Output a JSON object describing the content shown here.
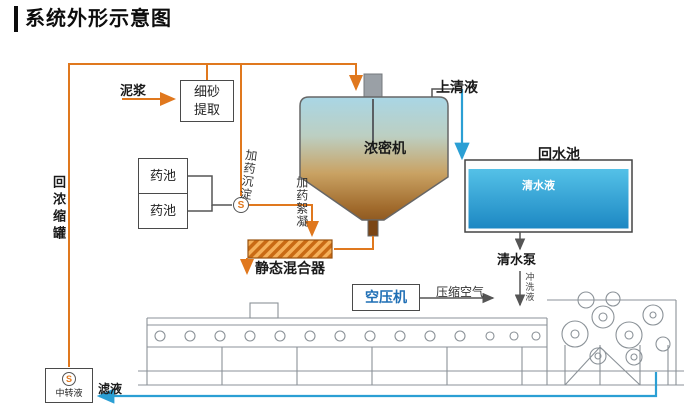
{
  "title": "系统外形示意图",
  "colors": {
    "slurry_line": "#e0781e",
    "water_line": "#2b9fd4",
    "dark_line": "#555555",
    "machine_line": "#8b9298",
    "air_compressor_text": "#1f6fb5"
  },
  "nodes": {
    "mud": "泥浆",
    "fine_sand_extraction": {
      "line1": "细砂",
      "line2": "提取"
    },
    "chem_pool_1": "药池",
    "chem_pool_2": "药池",
    "thickener": "浓密机",
    "supernatant": "上清液",
    "return_pool": "回水池",
    "clear_water": "清水液",
    "clear_water_pump": "清水泵",
    "flush_liquid": "冲洗液",
    "static_mixer": "静态混合器",
    "air_compressor": "空压机",
    "compressed_air": "压缩空气",
    "dosing_sedimentation": "加药沉淀",
    "dosing_flocculation": "加药絮凝",
    "return_to_thickener": "回浓缩罐",
    "transfer_liquid": "中转液",
    "filtrate": "滤液"
  },
  "icons": {
    "pump_symbol": "S"
  }
}
